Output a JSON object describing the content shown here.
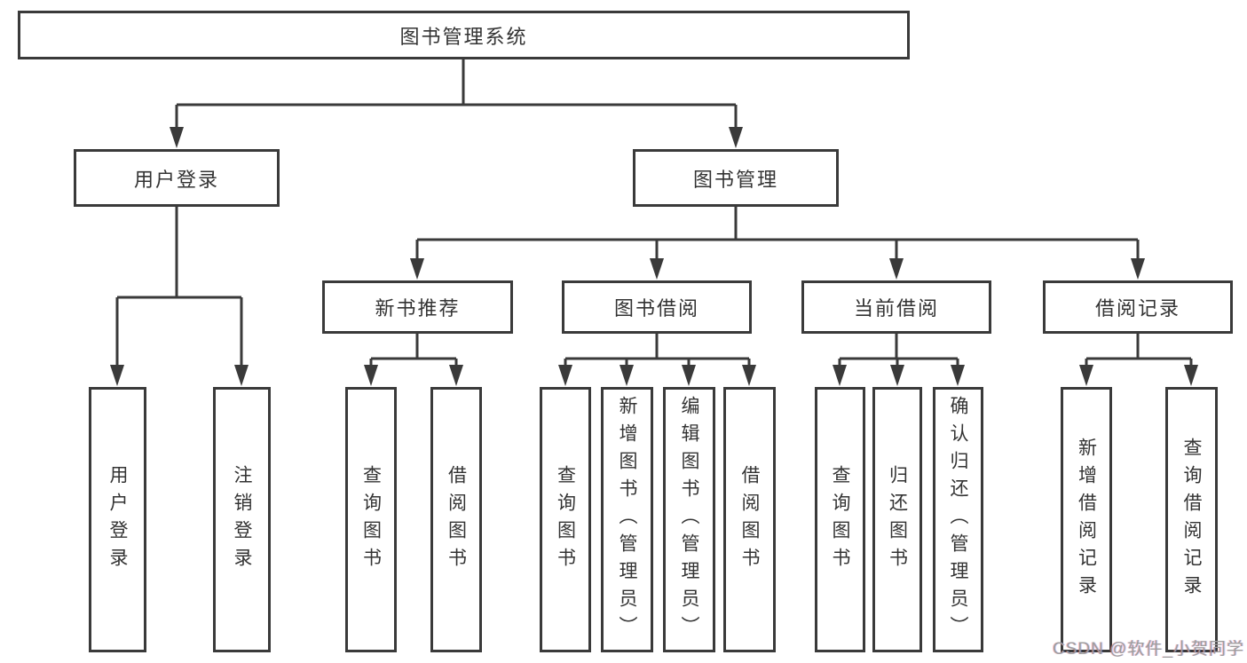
{
  "colors": {
    "line": "#3a3a3a",
    "box_border": "#3a3a3a",
    "text": "#333333",
    "watermark": "#9e9e9e",
    "background": "#ffffff"
  },
  "diagram": {
    "root": {
      "label": "图书管理系统"
    },
    "level2": {
      "user_login": {
        "label": "用户登录"
      },
      "book_management": {
        "label": "图书管理"
      }
    },
    "level3": {
      "new_book_recommend": {
        "label": "新书推荐"
      },
      "book_borrowing": {
        "label": "图书借阅"
      },
      "current_borrowing": {
        "label": "当前借阅"
      },
      "borrowing_records": {
        "label": "借阅记录"
      }
    },
    "leaves": {
      "user_login": {
        "label": "用户登录"
      },
      "logout": {
        "label": "注销登录"
      },
      "nb_query_books": {
        "label": "查询图书"
      },
      "nb_borrow_books": {
        "label": "借阅图书"
      },
      "bb_query_books": {
        "label": "查询图书"
      },
      "bb_add_books_admin": {
        "label": "新增图书（管理员）"
      },
      "bb_edit_books_admin": {
        "label": "编辑图书（管理员）"
      },
      "bb_borrow_books": {
        "label": "借阅图书"
      },
      "cb_query_books": {
        "label": "查询图书"
      },
      "cb_return_books": {
        "label": "归还图书"
      },
      "cb_confirm_return_admin": {
        "label": "确认归还（管理员）"
      },
      "br_add_record": {
        "label": "新增借阅记录"
      },
      "br_query_record": {
        "label": "查询借阅记录"
      }
    }
  },
  "watermark": {
    "text": "CSDN @软件_小贺同学"
  }
}
